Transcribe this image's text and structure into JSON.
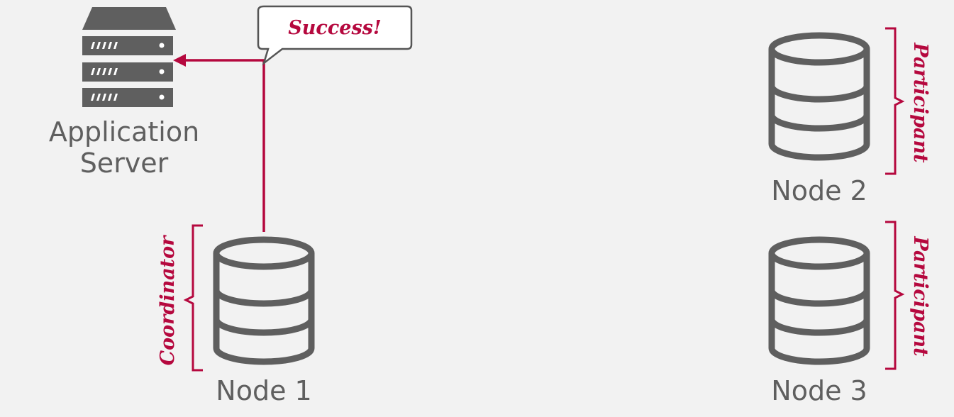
{
  "app_server": {
    "label_line1": "Application",
    "label_line2": "Server",
    "icon": "server-icon"
  },
  "message": {
    "text": "Success!"
  },
  "nodes": [
    {
      "label": "Node 1",
      "role": "Coordinator",
      "icon": "database-icon"
    },
    {
      "label": "Node 2",
      "role": "Participant",
      "icon": "database-icon"
    },
    {
      "label": "Node 3",
      "role": "Participant",
      "icon": "database-icon"
    }
  ],
  "colors": {
    "accent": "#b5083e",
    "icon": "#5f5f5f",
    "background": "#f2f2f2"
  }
}
